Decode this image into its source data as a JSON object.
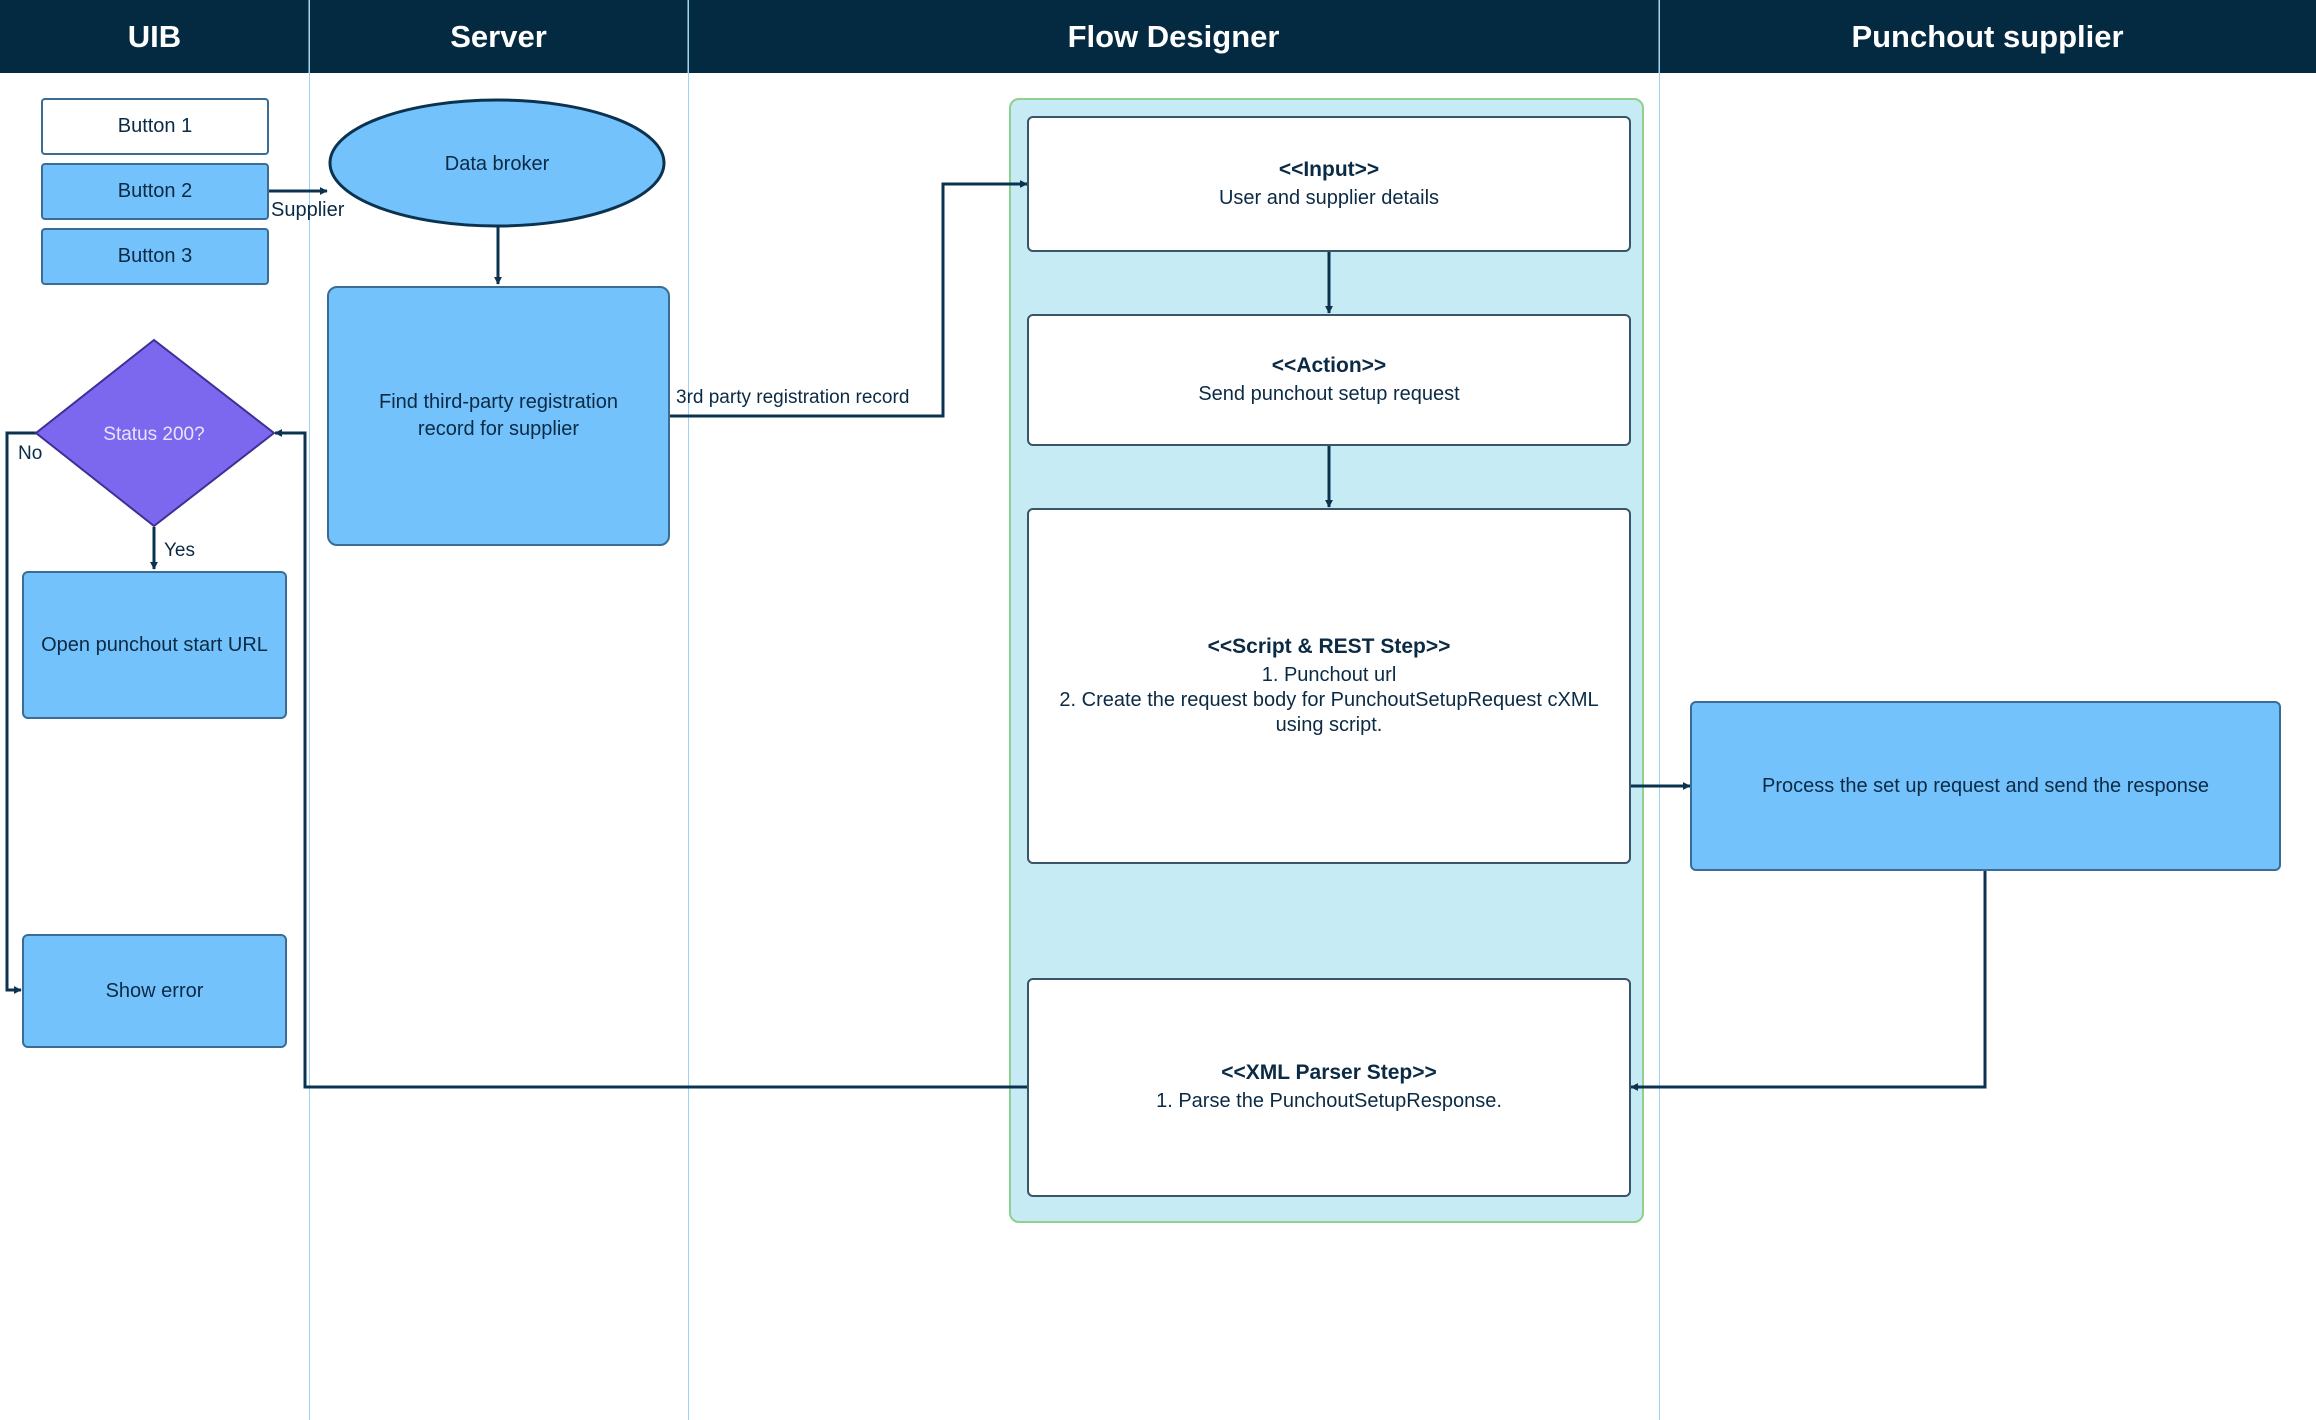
{
  "lanes": [
    {
      "title": "UIB"
    },
    {
      "title": "Server"
    },
    {
      "title": "Flow Designer"
    },
    {
      "title": "Punchout supplier"
    }
  ],
  "uib": {
    "button1": "Button 1",
    "button2": "Button 2",
    "button3": "Button 3",
    "decision": "Status 200?",
    "open_url": "Open punchout start URL",
    "show_error": "Show error",
    "yes_label": "Yes",
    "no_label": "No"
  },
  "server": {
    "data_broker": "Data broker",
    "find_record_line1": "Find third-party registration",
    "find_record_line2": "record for supplier",
    "supplier_label": "Supplier",
    "record_label": "3rd party registration record"
  },
  "flow_designer": {
    "input_title": "<<Input>>",
    "input_body": "User and supplier details",
    "action_title": "<<Action>>",
    "action_body": "Send punchout setup request",
    "script_title": "<<Script & REST Step>>",
    "script_line1": "1. Punchout url",
    "script_line2": "2. Create the request body for PunchoutSetupRequest cXML",
    "script_line3": "using script.",
    "parser_title": "<<XML Parser Step>>",
    "parser_body": "1. Parse the PunchoutSetupResponse."
  },
  "supplier": {
    "process": "Process the set up request and send the response"
  },
  "colors": {
    "header_bg": "#042a42",
    "node_blue": "#73c2fc",
    "decision_purple": "#7b68ee",
    "container_bg": "#c6ebf4",
    "connector": "#0b3350"
  }
}
